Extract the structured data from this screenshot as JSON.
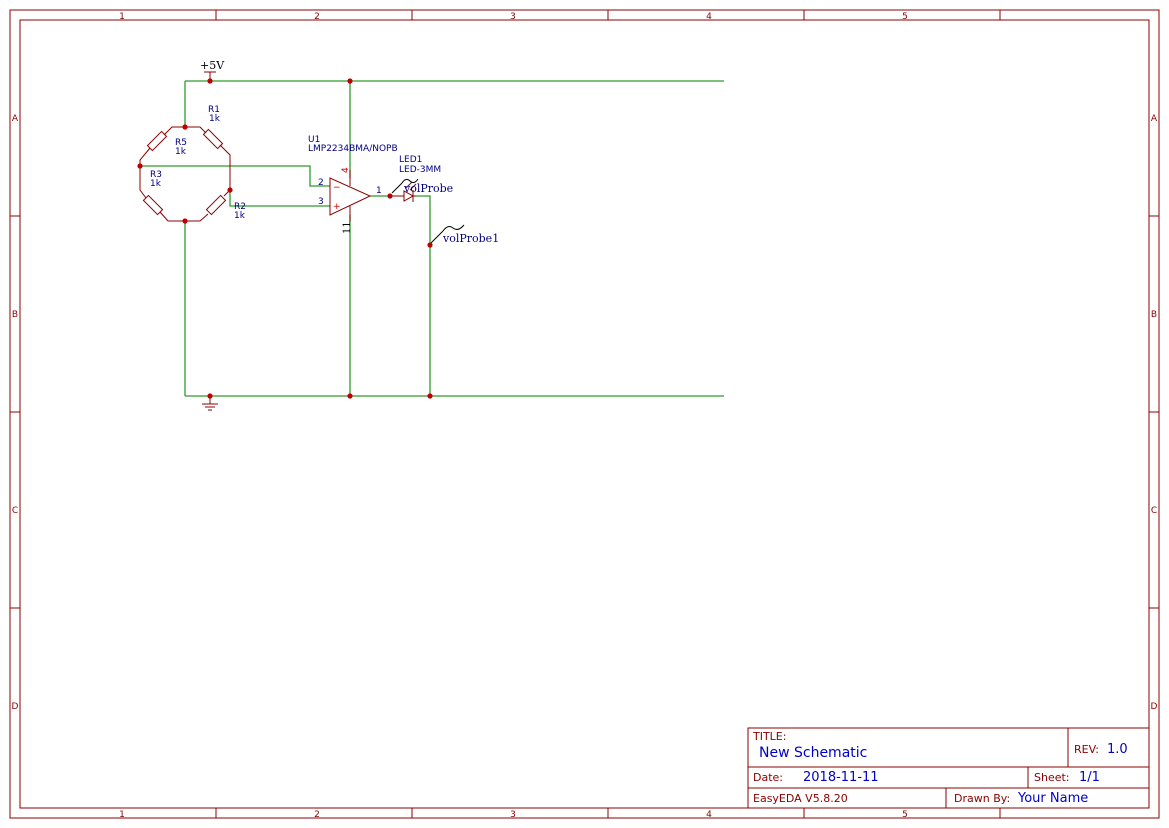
{
  "frame": {
    "columns": [
      "1",
      "2",
      "3",
      "4",
      "5"
    ],
    "rows": [
      "A",
      "B",
      "C",
      "D"
    ]
  },
  "power": {
    "label": "+5V"
  },
  "components": {
    "r1": {
      "designator": "R1",
      "value": "1k"
    },
    "r5": {
      "designator": "R5",
      "value": "1k"
    },
    "r3": {
      "designator": "R3",
      "value": "1k"
    },
    "r2": {
      "designator": "R2",
      "value": "1k"
    },
    "u1": {
      "designator": "U1",
      "part": "LMP2234BMA/NOPB",
      "pins": {
        "inv": "2",
        "noninv": "3",
        "out": "1",
        "vpos": "4",
        "vneg": "11"
      },
      "symbols": {
        "minus": "−",
        "plus": "+"
      }
    },
    "led1": {
      "designator": "LED1",
      "part": "LED-3MM"
    }
  },
  "probes": [
    "volProbe",
    "volProbe1"
  ],
  "title_block": {
    "title_label": "TITLE:",
    "title": "New Schematic",
    "rev_label": "REV:",
    "rev": "1.0",
    "date_label": "Date:",
    "date": "2018-11-11",
    "sheet_label": "Sheet:",
    "sheet": "1/1",
    "software": "EasyEDA V5.8.20",
    "drawn_by_label": "Drawn By:",
    "drawn_by": "Your Name"
  },
  "colors": {
    "frame": "#8b0000",
    "wire": "#2e9b2e",
    "junction": "#c00000",
    "designator": "#000080",
    "title_value": "#0000cc"
  }
}
